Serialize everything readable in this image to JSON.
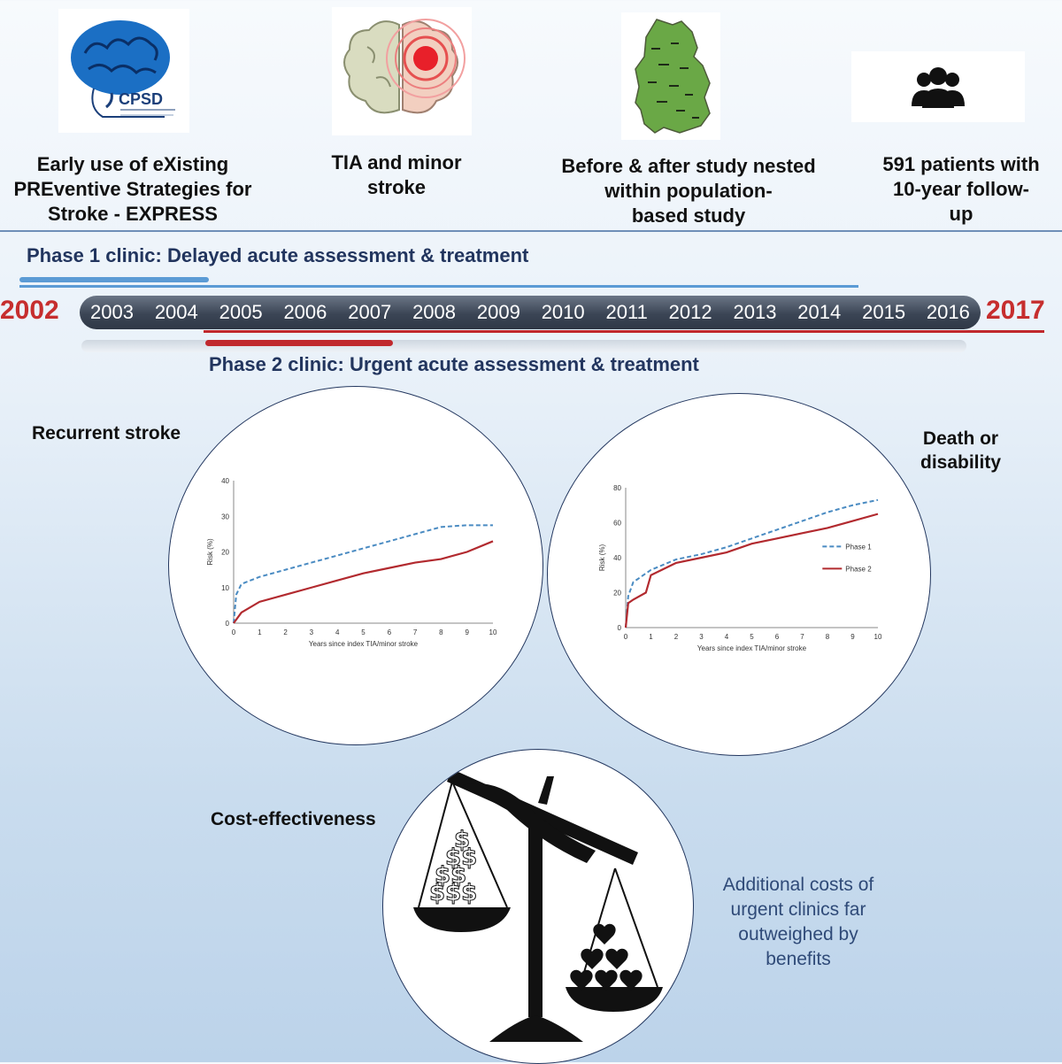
{
  "header": {
    "columns": [
      {
        "text": "Early  use of eXisting\nPREventive  Strategies for\nStroke - EXPRESS",
        "icon": "cpsd-brain-logo-icon"
      },
      {
        "text": "TIA  and minor\nstroke",
        "icon": "brain-target-icon"
      },
      {
        "text": "Before & after study nested\nwithin population-\nbased study",
        "icon": "oxfordshire-map-icon"
      },
      {
        "text": "591 patients with\n10-year follow-\nup",
        "icon": "people-group-icon"
      }
    ],
    "logo_text": "CPSD"
  },
  "timeline": {
    "start_year": "2002",
    "end_year": "2017",
    "years": [
      "2003",
      "2004",
      "2005",
      "2006",
      "2007",
      "2008",
      "2009",
      "2010",
      "2011",
      "2012",
      "2013",
      "2014",
      "2015",
      "2016"
    ],
    "phase1_label": "Phase 1 clinic:  Delayed  acute assessment & treatment",
    "phase2_label": "Phase 2 clinic:  Urgent  acute assessment & treatment",
    "colors": {
      "phase1": "#5b9bd5",
      "phase2": "#c0282d",
      "bar": "#3f4a5c"
    }
  },
  "sections": {
    "recurrent": "Recurrent stroke",
    "death": "Death or\ndisability",
    "cost": "Cost-effectiveness",
    "cost_note": "Additional costs of\nurgent clinics far\noutweighed by\nbenefits"
  },
  "chart_data": [
    {
      "type": "line",
      "ylabel": "Risk (%)",
      "xlabel": "Years since index TIA/minor stroke",
      "xlim": [
        0,
        10
      ],
      "ylim": [
        0,
        40
      ],
      "xticks": [
        0,
        1,
        2,
        3,
        4,
        5,
        6,
        7,
        8,
        9,
        10
      ],
      "yticks": [
        0,
        10,
        20,
        30,
        40
      ],
      "series": [
        {
          "x": [
            0,
            0.1,
            0.3,
            1,
            2,
            3,
            4,
            5,
            6,
            7,
            8,
            9,
            10
          ],
          "y": [
            0,
            8,
            11,
            13,
            15,
            17,
            19,
            21,
            23,
            25,
            27,
            27.5,
            27.5
          ],
          "style": "dashed",
          "color": "#4a8bc2"
        },
        {
          "x": [
            0,
            0.1,
            0.3,
            1,
            2,
            3,
            4,
            5,
            6,
            7,
            8,
            9,
            10
          ],
          "y": [
            0,
            1,
            3,
            6,
            8,
            10,
            12,
            14,
            15.5,
            17,
            18,
            20,
            23
          ],
          "style": "solid",
          "color": "#b22a2f"
        }
      ]
    },
    {
      "type": "line",
      "ylabel": "Risk (%)",
      "xlabel": "Years since index TIA/minor stroke",
      "xlim": [
        0,
        10
      ],
      "ylim": [
        0,
        80
      ],
      "xticks": [
        0,
        1,
        2,
        3,
        4,
        5,
        6,
        7,
        8,
        9,
        10
      ],
      "yticks": [
        0,
        20,
        40,
        60,
        80
      ],
      "legend": [
        "Phase 1",
        "Phase 2"
      ],
      "series": [
        {
          "name": "Phase 1",
          "x": [
            0,
            0.1,
            0.3,
            1,
            2,
            3,
            4,
            5,
            6,
            7,
            8,
            9,
            10
          ],
          "y": [
            0,
            18,
            26,
            33,
            39,
            42,
            46,
            51,
            56,
            61,
            66,
            70,
            73
          ],
          "style": "dashed",
          "color": "#4a8bc2"
        },
        {
          "name": "Phase 2",
          "x": [
            0,
            0.1,
            0.3,
            0.8,
            1,
            2,
            3,
            4,
            5,
            6,
            7,
            8,
            9,
            10
          ],
          "y": [
            0,
            14,
            16,
            20,
            30,
            37,
            40,
            43,
            48,
            51,
            54,
            57,
            61,
            65
          ],
          "style": "solid",
          "color": "#b22a2f"
        }
      ]
    }
  ]
}
